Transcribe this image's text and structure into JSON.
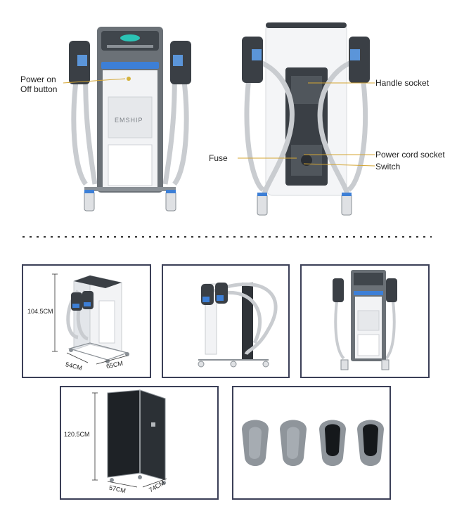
{
  "front_view": {
    "brand_text": "EMSHIP",
    "label_power": "Power on",
    "label_power2": "Off button"
  },
  "rear_view": {
    "label_handle_socket": "Handle socket",
    "label_fuse": "Fuse",
    "label_power_cord": "Power cord socket",
    "label_switch": "Switch"
  },
  "dimensions": {
    "machine_height": "104.5CM",
    "machine_width": "54CM",
    "machine_depth": "65CM",
    "case_height": "120.5CM",
    "case_width": "57CM",
    "case_depth": "74CM"
  },
  "colors": {
    "frame_border": "#3b3f57",
    "machine_body": "#f2f3f5",
    "machine_gray": "#6b7177",
    "accent_blue": "#3d7fd6"
  }
}
